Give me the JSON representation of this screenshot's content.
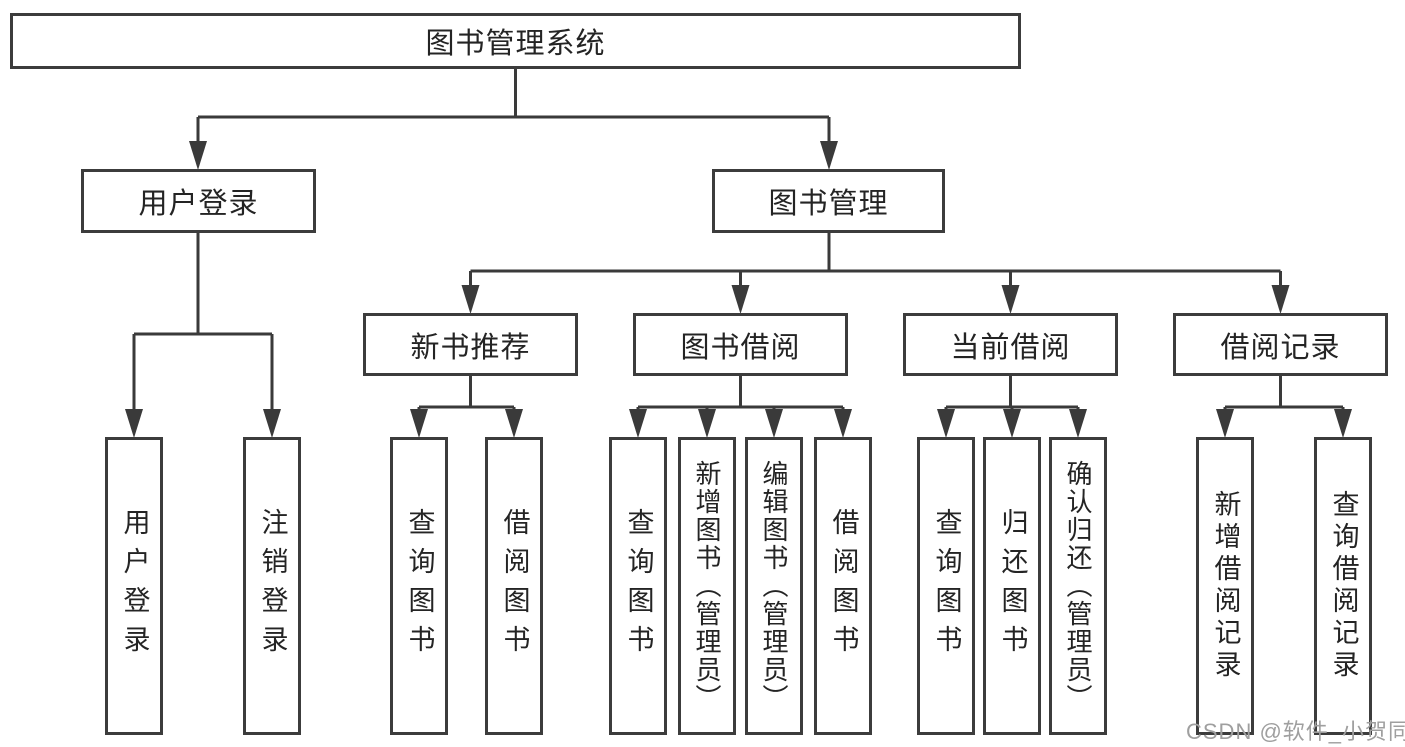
{
  "diagram": {
    "root": {
      "label": "图书管理系统"
    },
    "branches": [
      {
        "label": "用户登录",
        "children": [
          {
            "label": "用户登录"
          },
          {
            "label": "注销登录"
          }
        ]
      },
      {
        "label": "图书管理",
        "children": [
          {
            "label": "新书推荐",
            "children": [
              {
                "label": "查询图书"
              },
              {
                "label": "借阅图书"
              }
            ]
          },
          {
            "label": "图书借阅",
            "children": [
              {
                "label": "查询图书"
              },
              {
                "label": "新增图书（管理员）"
              },
              {
                "label": "编辑图书（管理员）"
              },
              {
                "label": "借阅图书"
              }
            ]
          },
          {
            "label": "当前借阅",
            "children": [
              {
                "label": "查询图书"
              },
              {
                "label": "归还图书"
              },
              {
                "label": "确认归还（管理员）"
              }
            ]
          },
          {
            "label": "借阅记录",
            "children": [
              {
                "label": "新增借阅记录"
              },
              {
                "label": "查询借阅记录"
              }
            ]
          }
        ]
      }
    ]
  },
  "watermark": {
    "text": "CSDN @软件_小贺同学"
  },
  "colors": {
    "line": "#3a3a3a",
    "box_border": "#3c3c3c",
    "text": "#242424",
    "watermark": "#9f9f9f",
    "background": "#ffffff"
  }
}
